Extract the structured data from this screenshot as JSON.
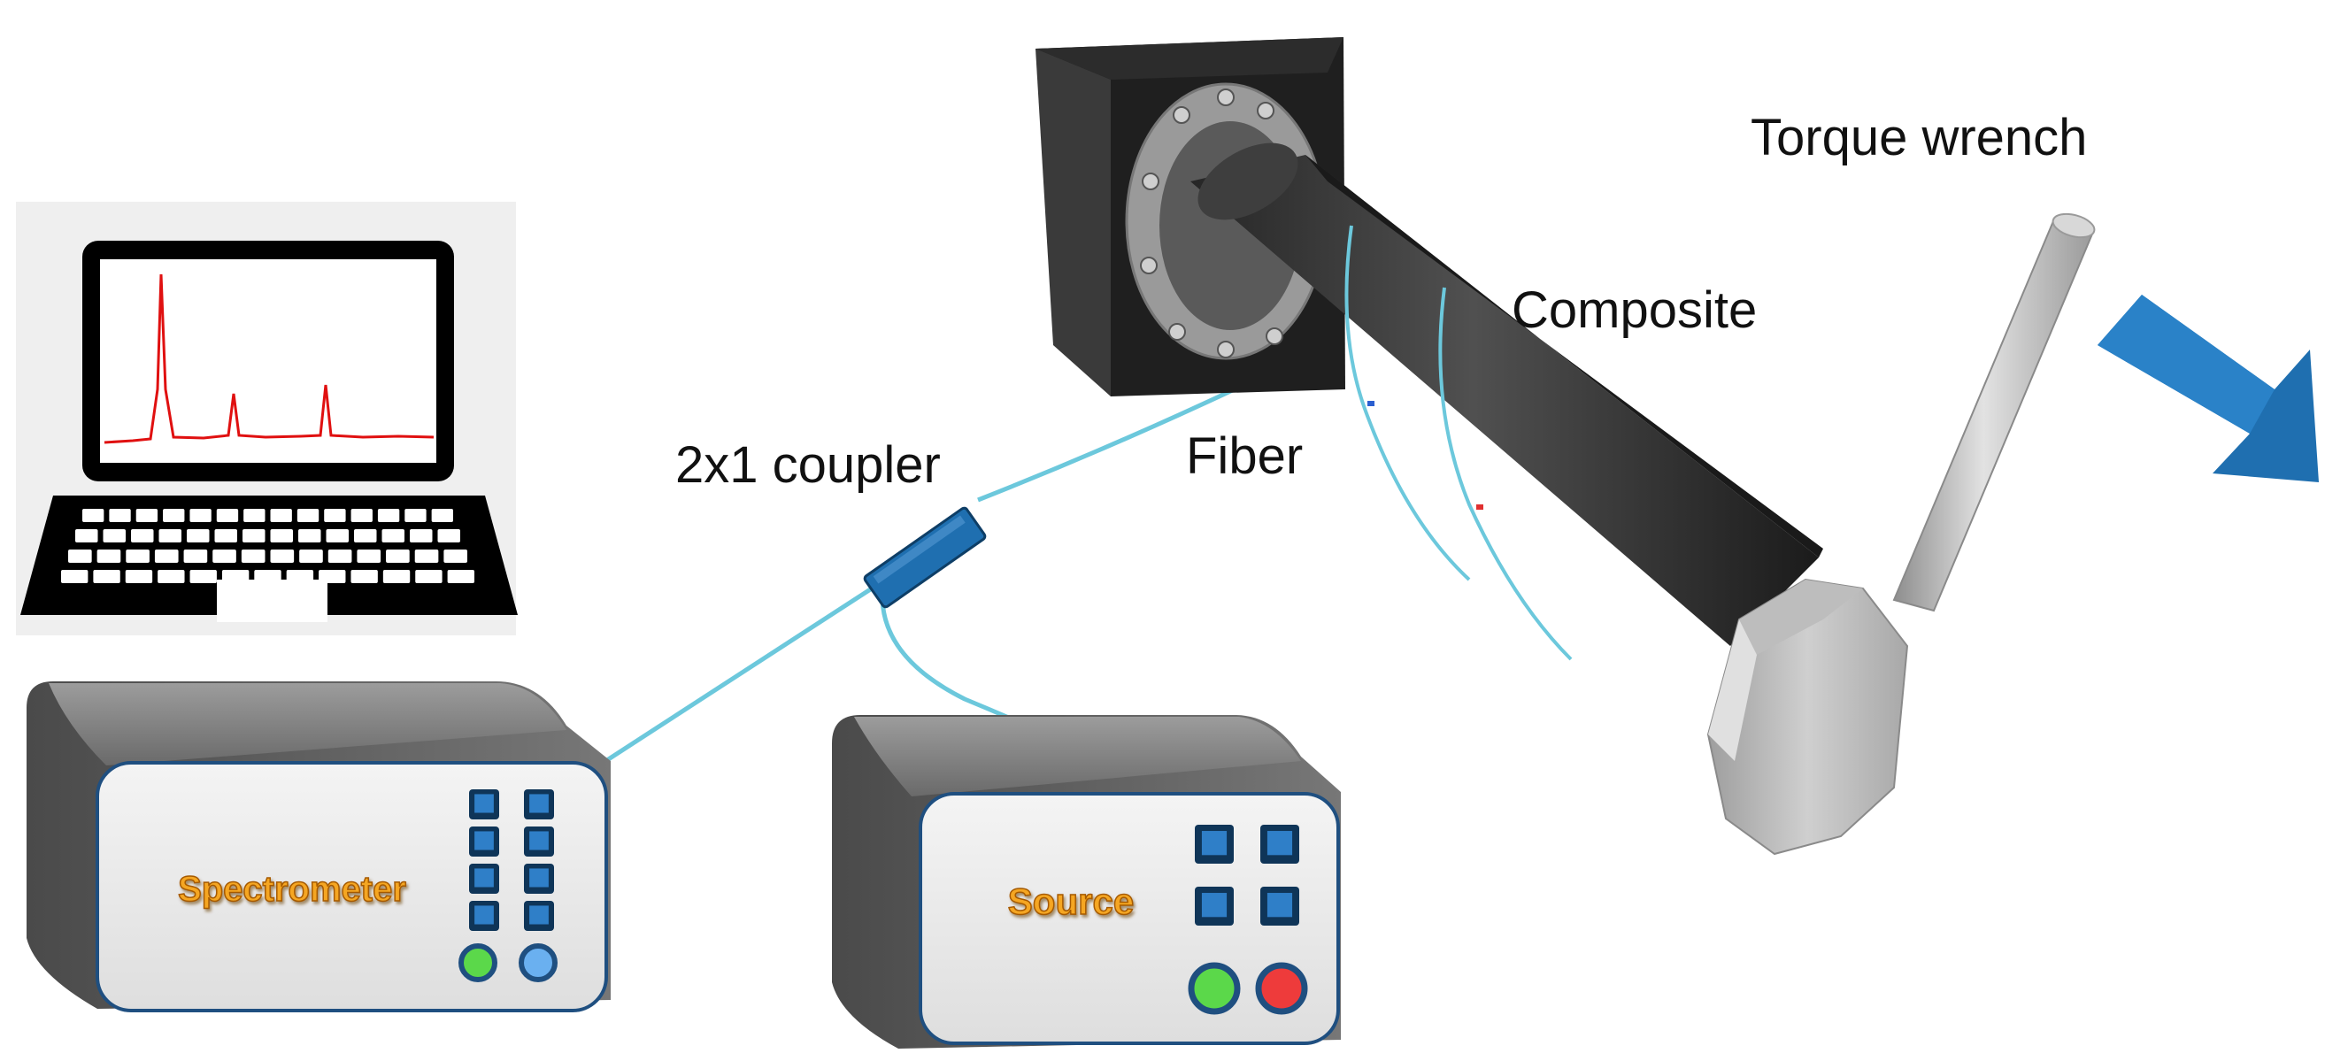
{
  "labels": {
    "torque_wrench": "Torque wrench",
    "composite": "Composite",
    "fiber": "Fiber",
    "coupler": "2x1 coupler"
  },
  "devices": {
    "spectrometer": "Spectrometer",
    "source": "Source"
  },
  "colors": {
    "fiber": "#6cc8dc",
    "coupler": "#1f6fb0",
    "arrow": "#1f6fb0",
    "device_label": "#f5a623",
    "spectrum_line": "#e01010",
    "led_green": "#5bd84a",
    "led_blue": "#6ab0f0",
    "led_red": "#ee3b3b"
  }
}
